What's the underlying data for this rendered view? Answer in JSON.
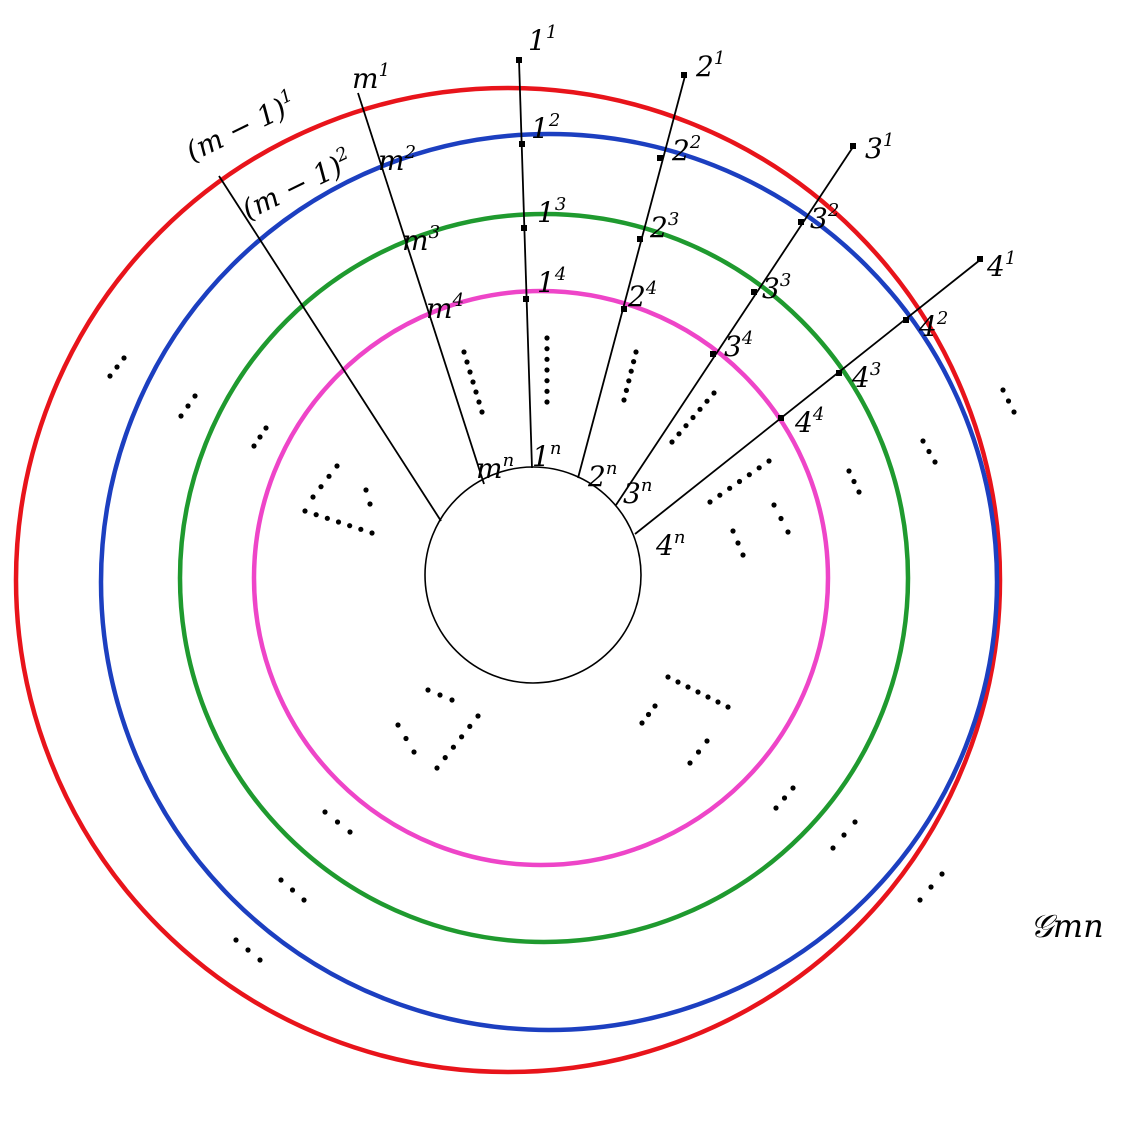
{
  "figure_label": "𝒢mn",
  "colors": {
    "ring_1": "#e8141b",
    "ring_2": "#1c3fc0",
    "ring_3": "#1f9a2f",
    "ring_4": "#ee45c8",
    "hub": "#000000",
    "spoke": "#000000"
  },
  "rings": [
    {
      "level": "1",
      "color_key": "ring_1"
    },
    {
      "level": "2",
      "color_key": "ring_2"
    },
    {
      "level": "3",
      "color_key": "ring_3"
    },
    {
      "level": "4",
      "color_key": "ring_4"
    }
  ],
  "spokes": [
    {
      "id": "s1",
      "labels": [
        "1",
        "1",
        "1",
        "1",
        "1"
      ],
      "sups": [
        "1",
        "2",
        "3",
        "4",
        "n"
      ]
    },
    {
      "id": "s2",
      "labels": [
        "2",
        "2",
        "2",
        "2",
        "2"
      ],
      "sups": [
        "1",
        "2",
        "3",
        "4",
        "n"
      ]
    },
    {
      "id": "s3",
      "labels": [
        "3",
        "3",
        "3",
        "3",
        "3"
      ],
      "sups": [
        "1",
        "2",
        "3",
        "4",
        "n"
      ]
    },
    {
      "id": "s4",
      "labels": [
        "4",
        "4",
        "4",
        "4",
        "4"
      ],
      "sups": [
        "1",
        "2",
        "3",
        "4",
        "n"
      ]
    },
    {
      "id": "sm",
      "labels": [
        "m",
        "m",
        "m",
        "m",
        "m"
      ],
      "sups": [
        "1",
        "2",
        "3",
        "4",
        "n"
      ]
    },
    {
      "id": "sm1",
      "labels": [
        "(m − 1)",
        "(m − 1)"
      ],
      "sups": [
        "1",
        "2"
      ]
    }
  ]
}
